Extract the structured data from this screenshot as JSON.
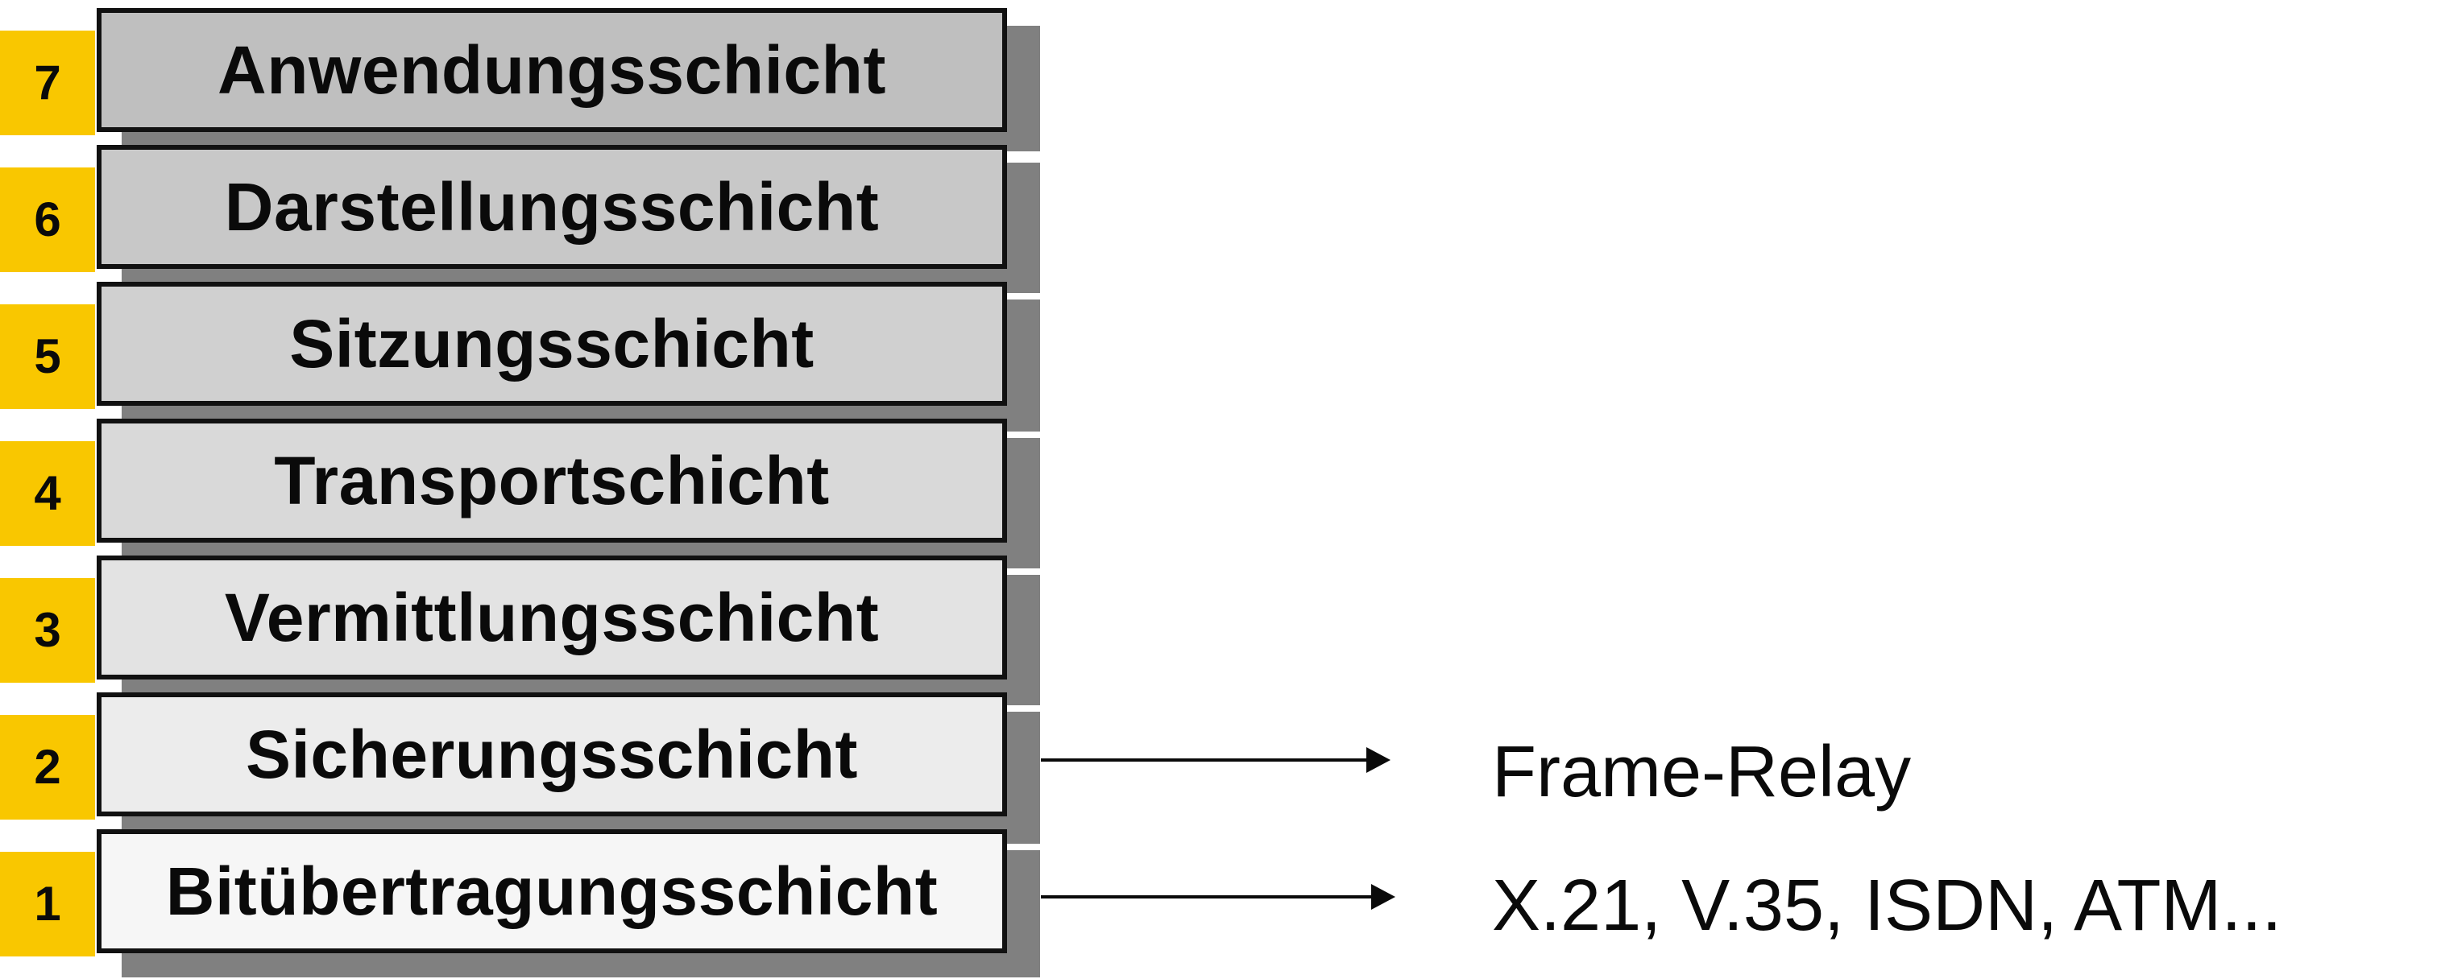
{
  "layers": [
    {
      "number": "7",
      "name": "Anwendungsschicht",
      "fill": "#bfbfbf"
    },
    {
      "number": "6",
      "name": "Darstellungsschicht",
      "fill": "#c8c8c8"
    },
    {
      "number": "5",
      "name": "Sitzungsschicht",
      "fill": "#d0d0d0"
    },
    {
      "number": "4",
      "name": "Transportschicht",
      "fill": "#d9d9d9"
    },
    {
      "number": "3",
      "name": "Vermittlungsschicht",
      "fill": "#e3e3e3"
    },
    {
      "number": "2",
      "name": "Sicherungsschicht",
      "fill": "#ececec"
    },
    {
      "number": "1",
      "name": "Bitübertragungsschicht",
      "fill": "#f6f6f6"
    }
  ],
  "annotations": {
    "layer2": "Frame-Relay",
    "layer1": "X.21, V.35, ISDN, ATM..."
  },
  "colors": {
    "number_tab": "#f9c700",
    "shadow": "#808080",
    "border": "#111111"
  }
}
